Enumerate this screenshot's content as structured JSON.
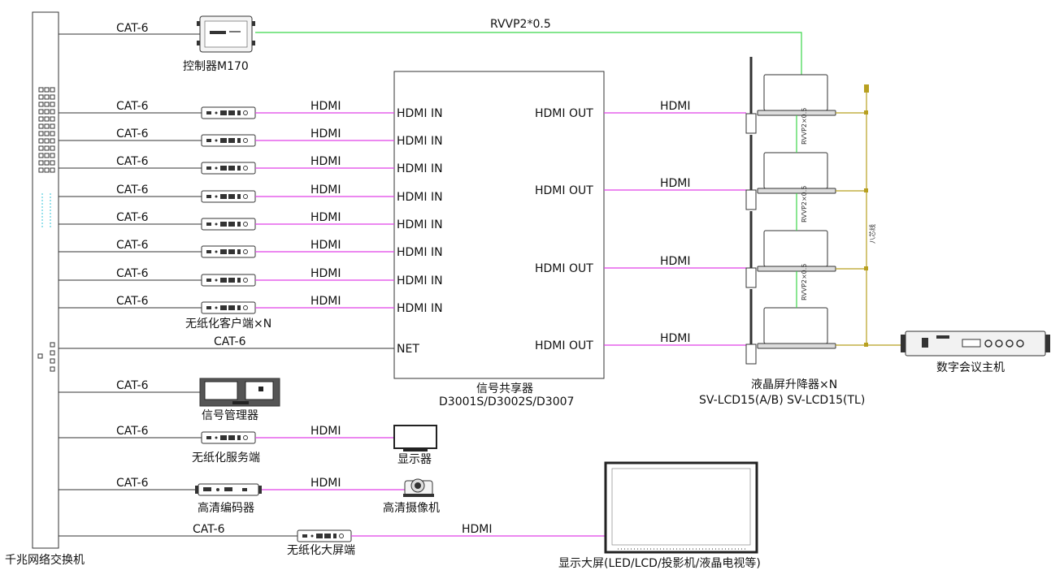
{
  "switch": {
    "label": "千兆网络交换机"
  },
  "controller": {
    "label": "控制器M170",
    "link": "CAT-6",
    "rvvp": "RVVP2*0.5"
  },
  "clients": {
    "label": "无纸化客户端×N",
    "rows": [
      {
        "cat": "CAT-6",
        "hdmi": "HDMI",
        "port": "HDMI IN"
      },
      {
        "cat": "CAT-6",
        "hdmi": "HDMI",
        "port": "HDMI IN"
      },
      {
        "cat": "CAT-6",
        "hdmi": "HDMI",
        "port": "HDMI IN"
      },
      {
        "cat": "CAT-6",
        "hdmi": "HDMI",
        "port": "HDMI IN"
      },
      {
        "cat": "CAT-6",
        "hdmi": "HDMI",
        "port": "HDMI IN"
      },
      {
        "cat": "CAT-6",
        "hdmi": "HDMI",
        "port": "HDMI IN"
      },
      {
        "cat": "CAT-6",
        "hdmi": "HDMI",
        "port": "HDMI IN"
      },
      {
        "cat": "CAT-6",
        "hdmi": "HDMI",
        "port": "HDMI IN"
      }
    ]
  },
  "net": {
    "cat": "CAT-6",
    "port": "NET"
  },
  "sharer": {
    "name": "信号共享器",
    "models": "D3001S/D3002S/D3007",
    "outputs": [
      {
        "port": "HDMI OUT",
        "cable": "HDMI"
      },
      {
        "port": "HDMI OUT",
        "cable": "HDMI"
      },
      {
        "port": "HDMI OUT",
        "cable": "HDMI"
      },
      {
        "port": "HDMI OUT",
        "cable": "HDMI"
      }
    ]
  },
  "lifts": {
    "label": "液晶屏升降器×N",
    "models": "SV-LCD15(A/B)  SV-LCD15(TL)",
    "rvvp_vertical": [
      "RVVP2×0.5",
      "RVVP2×0.5",
      "RVVP2×0.5"
    ],
    "bus_label": "八芯线"
  },
  "conference_host": {
    "label": "数字会议主机"
  },
  "signal_manager": {
    "label": "信号管理器",
    "cat": "CAT-6"
  },
  "server": {
    "label": "无纸化服务端",
    "cat": "CAT-6",
    "hdmi": "HDMI"
  },
  "monitor": {
    "label": "显示器"
  },
  "encoder": {
    "label": "高清编码器",
    "cat": "CAT-6",
    "hdmi": "HDMI"
  },
  "camera": {
    "label": "高清摄像机"
  },
  "big_client": {
    "label": "无纸化大屏端",
    "cat": "CAT-6",
    "hdmi": "HDMI"
  },
  "big_display": {
    "label": "显示大屏(LED/LCD/投影机/液晶电视等)"
  },
  "colors": {
    "hdmi": "#e040e8",
    "rvvp": "#3bd64a",
    "bus": "#b8a020",
    "line": "#333333"
  }
}
